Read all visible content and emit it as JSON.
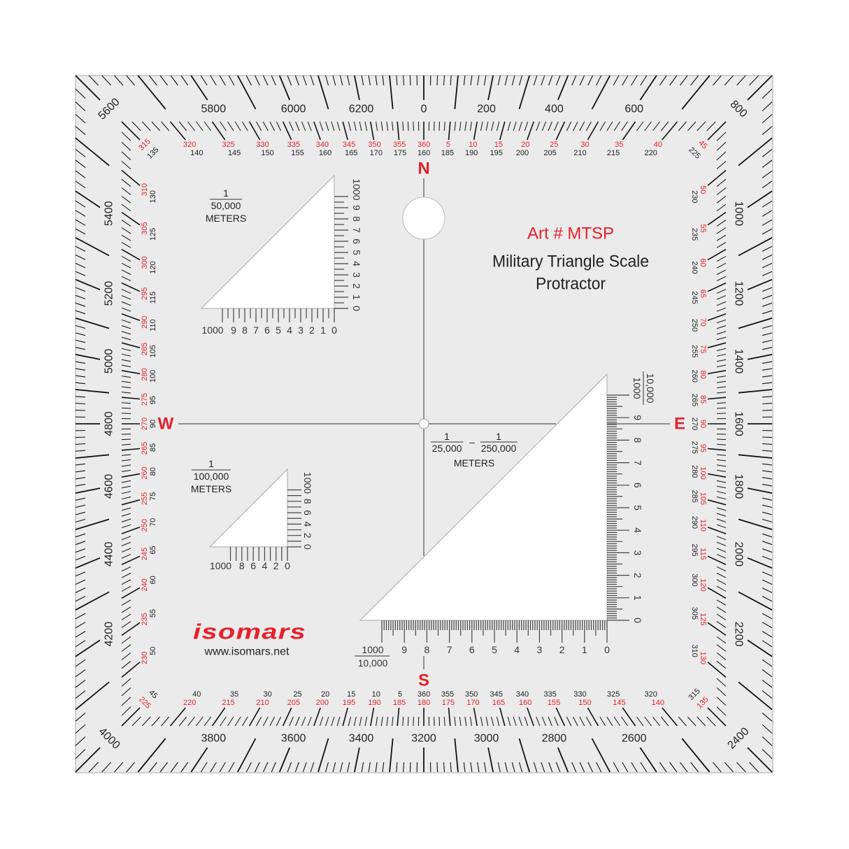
{
  "colors": {
    "plate": "#ebebeb",
    "accent_red": "#e8202a",
    "ink": "#222222",
    "cutout": "#ffffff"
  },
  "product": {
    "art_number": "Art # MTSP",
    "title_line1": "Military Triangle Scale",
    "title_line2": "Protractor",
    "brand": "isomars",
    "website": "www.isomars.net"
  },
  "directions": {
    "north": "N",
    "south": "S",
    "east": "E",
    "west": "W"
  },
  "mils_scale": {
    "labels": [
      "0",
      "200",
      "400",
      "600",
      "800",
      "1000",
      "1200",
      "1400",
      "1600",
      "1800",
      "2000",
      "2200",
      "2400",
      "2600",
      "2800",
      "3000",
      "3200",
      "3400",
      "3600",
      "3800",
      "4000",
      "4200",
      "4400",
      "4600",
      "4800",
      "5000",
      "5200",
      "5400",
      "5600",
      "5800",
      "6000",
      "6200"
    ]
  },
  "degree_scale": {
    "red": [
      "360",
      "5",
      "10",
      "15",
      "20",
      "25",
      "30",
      "35",
      "40",
      "45",
      "50",
      "55",
      "60",
      "65",
      "70",
      "75",
      "80",
      "85",
      "90",
      "95",
      "100",
      "105",
      "110",
      "115",
      "120",
      "125",
      "130",
      "135",
      "140",
      "145",
      "150",
      "155",
      "160",
      "165",
      "170",
      "175",
      "180",
      "185",
      "190",
      "195",
      "200",
      "205",
      "210",
      "215",
      "220",
      "225",
      "230",
      "235",
      "240",
      "245",
      "250",
      "255",
      "260",
      "265",
      "270",
      "275",
      "280",
      "285",
      "290",
      "295",
      "300",
      "305",
      "310",
      "315",
      "320",
      "325",
      "330",
      "335",
      "340",
      "345",
      "350",
      "355"
    ],
    "black": [
      "160",
      "185",
      "190",
      "195",
      "200",
      "205",
      "210",
      "215",
      "220",
      "225",
      "230",
      "235",
      "240",
      "245",
      "250",
      "255",
      "260",
      "265",
      "270",
      "275",
      "280",
      "285",
      "290",
      "295",
      "300",
      "305",
      "310",
      "315",
      "320",
      "325",
      "330",
      "335",
      "340",
      "345",
      "350",
      "355",
      "360",
      "5",
      "10",
      "15",
      "20",
      "25",
      "30",
      "35",
      "40",
      "45",
      "50",
      "55",
      "60",
      "65",
      "70",
      "75",
      "80",
      "85",
      "90",
      "95",
      "100",
      "105",
      "110",
      "115",
      "120",
      "125",
      "130",
      "135",
      "140",
      "145",
      "150",
      "155",
      "160",
      "165",
      "170",
      "175"
    ]
  },
  "scale_50000": {
    "numerator": "1",
    "denominator": "50,000",
    "unit": "METERS",
    "labels": [
      "0",
      "1",
      "2",
      "3",
      "4",
      "5",
      "6",
      "7",
      "8",
      "9",
      "1000"
    ]
  },
  "scale_100000": {
    "numerator": "1",
    "denominator": "100,000",
    "unit": "METERS",
    "labels": [
      "0",
      "2",
      "4",
      "6",
      "8",
      "1000"
    ]
  },
  "scale_25000_250000": {
    "left_numerator": "1",
    "left_denominator": "25,000",
    "dash": "–",
    "right_numerator": "1",
    "right_denominator": "250,000",
    "unit": "METERS",
    "labels": [
      "0",
      "1",
      "2",
      "3",
      "4",
      "5",
      "6",
      "7",
      "8",
      "9"
    ],
    "end_numerator": "1000",
    "end_denominator": "10,000"
  }
}
